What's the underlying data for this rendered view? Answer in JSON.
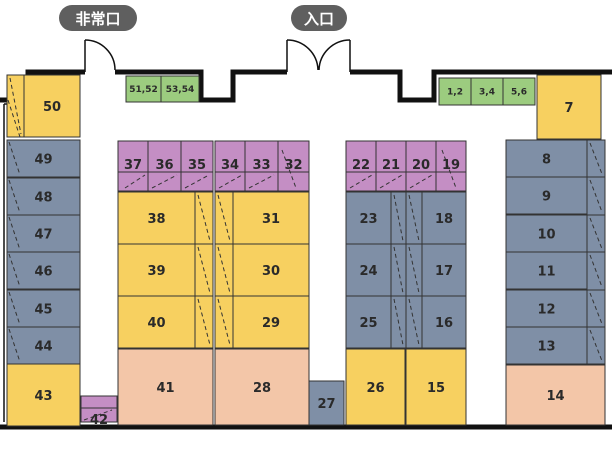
{
  "signs": {
    "emergency_exit": "非常口",
    "entrance": "入口"
  },
  "colors": {
    "yellow": "#f7d060",
    "blue": "#7f8fa6",
    "purple": "#c48ec4",
    "peach": "#f3c6a8",
    "green": "#9ccc7f",
    "wall": "#111111",
    "pill": "#5f5f5f"
  },
  "booths": [
    {
      "label": "50",
      "color": "yellow"
    },
    {
      "label": "49",
      "color": "blue"
    },
    {
      "label": "48",
      "color": "blue"
    },
    {
      "label": "47",
      "color": "blue"
    },
    {
      "label": "46",
      "color": "blue"
    },
    {
      "label": "45",
      "color": "blue"
    },
    {
      "label": "44",
      "color": "blue"
    },
    {
      "label": "43",
      "color": "yellow"
    },
    {
      "label": "42",
      "color": "purple"
    },
    {
      "label": "51,52",
      "color": "green"
    },
    {
      "label": "53,54",
      "color": "green"
    },
    {
      "label": "1,2",
      "color": "green"
    },
    {
      "label": "3,4",
      "color": "green"
    },
    {
      "label": "5,6",
      "color": "green"
    },
    {
      "label": "7",
      "color": "yellow"
    },
    {
      "label": "37",
      "color": "purple"
    },
    {
      "label": "36",
      "color": "purple"
    },
    {
      "label": "35",
      "color": "purple"
    },
    {
      "label": "34",
      "color": "purple"
    },
    {
      "label": "33",
      "color": "purple"
    },
    {
      "label": "32",
      "color": "purple"
    },
    {
      "label": "38",
      "color": "yellow"
    },
    {
      "label": "39",
      "color": "yellow"
    },
    {
      "label": "40",
      "color": "yellow"
    },
    {
      "label": "31",
      "color": "yellow"
    },
    {
      "label": "30",
      "color": "yellow"
    },
    {
      "label": "29",
      "color": "yellow"
    },
    {
      "label": "41",
      "color": "peach"
    },
    {
      "label": "28",
      "color": "peach"
    },
    {
      "label": "27",
      "color": "blue"
    },
    {
      "label": "22",
      "color": "purple"
    },
    {
      "label": "21",
      "color": "purple"
    },
    {
      "label": "20",
      "color": "purple"
    },
    {
      "label": "19",
      "color": "purple"
    },
    {
      "label": "23",
      "color": "blue"
    },
    {
      "label": "24",
      "color": "blue"
    },
    {
      "label": "25",
      "color": "blue"
    },
    {
      "label": "18",
      "color": "blue"
    },
    {
      "label": "17",
      "color": "blue"
    },
    {
      "label": "16",
      "color": "blue"
    },
    {
      "label": "26",
      "color": "yellow"
    },
    {
      "label": "15",
      "color": "yellow"
    },
    {
      "label": "8",
      "color": "blue"
    },
    {
      "label": "9",
      "color": "blue"
    },
    {
      "label": "10",
      "color": "blue"
    },
    {
      "label": "11",
      "color": "blue"
    },
    {
      "label": "12",
      "color": "blue"
    },
    {
      "label": "13",
      "color": "blue"
    },
    {
      "label": "14",
      "color": "peach"
    }
  ]
}
